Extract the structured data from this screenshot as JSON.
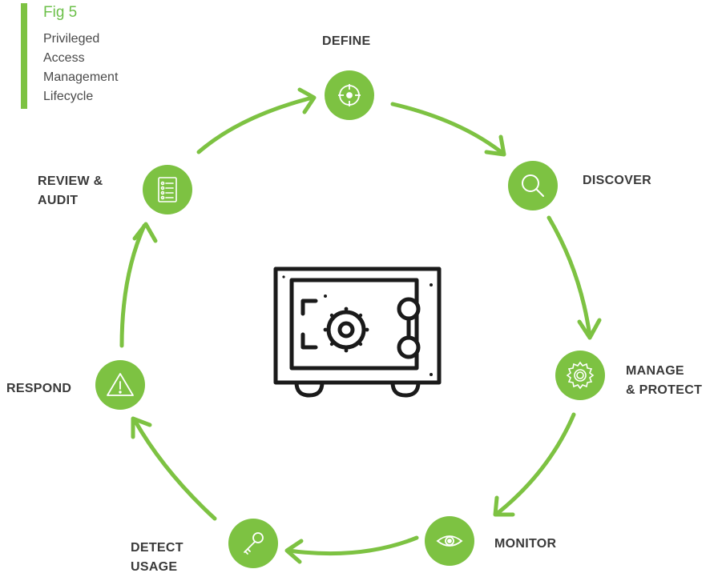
{
  "caption": {
    "fig_number": "Fig 5",
    "title_lines": [
      "Privileged",
      "Access",
      "Management",
      "Lifecycle"
    ]
  },
  "stages": [
    {
      "lines": [
        "DEFINE"
      ],
      "icon": "crosshair-icon"
    },
    {
      "lines": [
        "DISCOVER"
      ],
      "icon": "magnifier-icon"
    },
    {
      "lines": [
        "MANAGE",
        "& PROTECT"
      ],
      "icon": "gear-icon"
    },
    {
      "lines": [
        "MONITOR"
      ],
      "icon": "eye-icon"
    },
    {
      "lines": [
        "DETECT",
        "USAGE"
      ],
      "icon": "key-icon"
    },
    {
      "lines": [
        "RESPOND"
      ],
      "icon": "warning-icon"
    },
    {
      "lines": [
        "REVIEW &",
        "AUDIT"
      ],
      "icon": "checklist-icon"
    }
  ],
  "center_icon": "safe-vault-icon",
  "colors": {
    "accent": "#7dc242",
    "label": "#3a3a3a",
    "caption_text": "#4a4a4a",
    "icon_stroke": "#1a1a1a"
  }
}
